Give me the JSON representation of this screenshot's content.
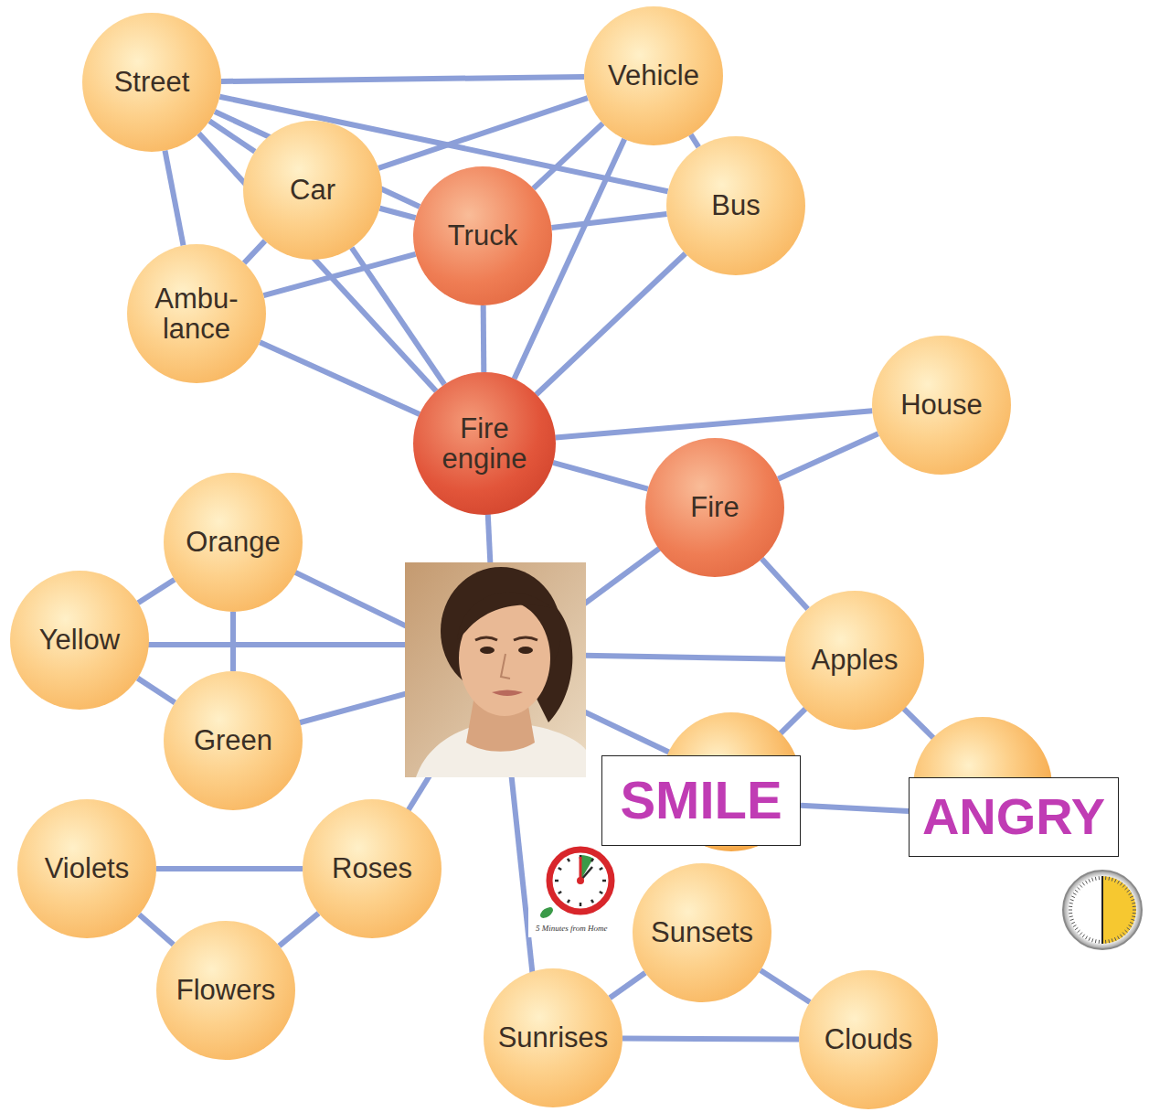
{
  "diagram": {
    "nodes": [
      {
        "text": [
          "Street"
        ]
      },
      {
        "text": [
          "Vehicle"
        ]
      },
      {
        "text": [
          "Car"
        ]
      },
      {
        "text": [
          "Truck"
        ]
      },
      {
        "text": [
          "Bus"
        ]
      },
      {
        "text": [
          "Ambu- lance"
        ]
      },
      {
        "text": [
          "Fire engine"
        ]
      },
      {
        "text": [
          "House"
        ]
      },
      {
        "text": [
          "Fire"
        ]
      },
      {
        "text": [
          "Orange"
        ]
      },
      {
        "text": [
          "Yellow"
        ]
      },
      {
        "text": [
          "Apples"
        ]
      },
      {
        "text": [
          "Green"
        ]
      },
      {
        "text": [
          "SMILE"
        ]
      },
      {
        "text": [
          "ANGRY"
        ]
      },
      {
        "text": [
          "Violets"
        ]
      },
      {
        "text": [
          "Roses"
        ]
      },
      {
        "text": [
          "Sunsets"
        ]
      },
      {
        "text": [
          "Flowers"
        ]
      },
      {
        "text": [
          "Sunrises"
        ]
      },
      {
        "text": [
          "Clouds"
        ]
      }
    ],
    "edges": [
      {
        "from": 0,
        "to": 1,
        "arrow": "none"
      },
      {
        "from": 0,
        "to": 2,
        "arrow": "none"
      },
      {
        "from": 0,
        "to": 3,
        "arrow": "none"
      },
      {
        "from": 0,
        "to": 4,
        "arrow": "none"
      },
      {
        "from": 0,
        "to": 5,
        "arrow": "none"
      },
      {
        "from": 0,
        "to": 6,
        "arrow": "none"
      },
      {
        "from": 2,
        "to": 1,
        "arrow": "none"
      },
      {
        "from": 2,
        "to": 3,
        "arrow": "none"
      },
      {
        "from": 2,
        "to": 5,
        "arrow": "none"
      },
      {
        "from": 2,
        "to": 6,
        "arrow": "none"
      },
      {
        "from": 3,
        "to": 1,
        "arrow": "none"
      },
      {
        "from": 3,
        "to": 4,
        "arrow": "none"
      },
      {
        "from": 3,
        "to": 5,
        "arrow": "none"
      },
      {
        "from": 3,
        "to": 6,
        "arrow": "none"
      },
      {
        "from": 1,
        "to": 4,
        "arrow": "none"
      },
      {
        "from": 1,
        "to": 6,
        "arrow": "none"
      },
      {
        "from": 4,
        "to": 6,
        "arrow": "none"
      },
      {
        "from": 5,
        "to": 6,
        "arrow": "none"
      },
      {
        "from": 6,
        "to": 7,
        "arrow": "none"
      },
      {
        "from": 6,
        "to": 8,
        "arrow": "none"
      },
      {
        "from": 8,
        "to": 7,
        "arrow": "none"
      },
      {
        "from": 8,
        "to": 11,
        "arrow": "none"
      },
      {
        "from": 9,
        "to": 10,
        "arrow": "none"
      },
      {
        "from": 9,
        "to": 12,
        "arrow": "none"
      },
      {
        "from": 10,
        "to": 12,
        "arrow": "none"
      },
      {
        "from": 15,
        "to": 16,
        "arrow": "none"
      },
      {
        "from": 15,
        "to": 18,
        "arrow": "none"
      },
      {
        "from": 16,
        "to": 18,
        "arrow": "none"
      },
      {
        "from": 17,
        "to": 19,
        "arrow": "none"
      },
      {
        "from": 17,
        "to": 20,
        "arrow": "none"
      },
      {
        "from": 19,
        "to": 20,
        "arrow": "none"
      },
      {
        "from": 13,
        "to": 14,
        "arrow": "none"
      }
    ],
    "labels": [
      "5 Minutes from Home"
    ]
  }
}
